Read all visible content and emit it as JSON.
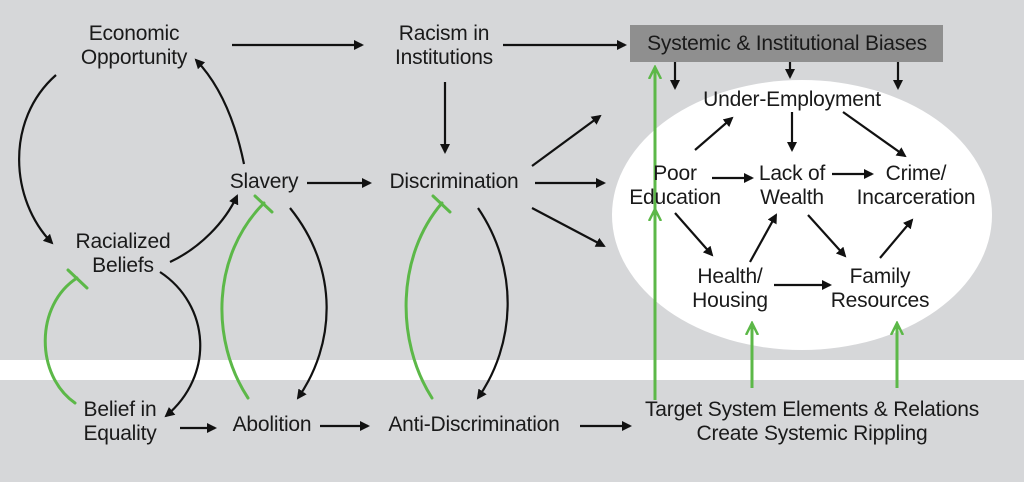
{
  "nodes": {
    "economic_opportunity": [
      "Economic",
      "Opportunity"
    ],
    "racism_in_institutions": [
      "Racism in",
      "Institutions"
    ],
    "systemic_biases": [
      "Systemic & Institutional Biases"
    ],
    "under_employment": [
      "Under-Employment"
    ],
    "slavery": [
      "Slavery"
    ],
    "discrimination": [
      "Discrimination"
    ],
    "racialized_beliefs": [
      "Racialized",
      "Beliefs"
    ],
    "poor_education": [
      "Poor",
      "Education"
    ],
    "lack_of_wealth": [
      "Lack of",
      "Wealth"
    ],
    "crime_incarceration": [
      "Crime/",
      "Incarceration"
    ],
    "health_housing": [
      "Health/",
      "Housing"
    ],
    "family_resources": [
      "Family",
      "Resources"
    ],
    "belief_in_equality": [
      "Belief in",
      "Equality"
    ],
    "abolition": [
      "Abolition"
    ],
    "anti_discrimination": [
      "Anti-Discrimination"
    ],
    "target_system": [
      "Target System Elements & Relations",
      "Create Systemic Rippling"
    ]
  },
  "colors": {
    "background_gray": "#d6d7d9",
    "band_white": "#ffffff",
    "ellipse_white": "#ffffff",
    "title_box": "#8f8f8f",
    "arrow_black": "#111111",
    "inhibit_green": "#5cb848"
  }
}
